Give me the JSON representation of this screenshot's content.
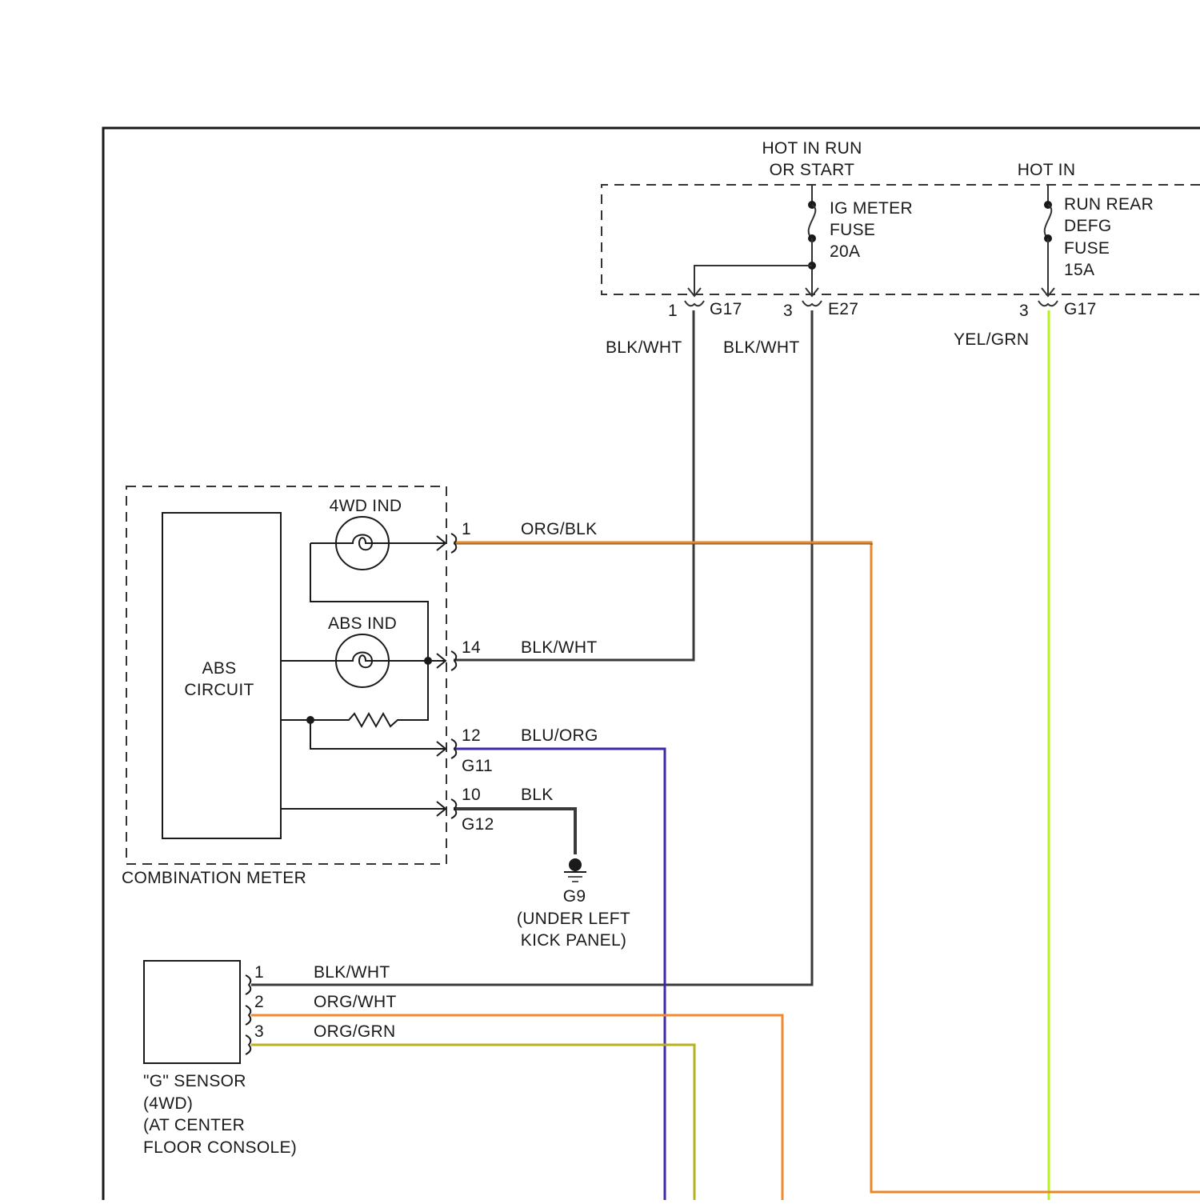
{
  "power": {
    "hot_in_run_line1": "HOT IN RUN",
    "hot_in_run_line2": "OR START",
    "hot_in": "HOT IN",
    "ig_fuse_line1": "IG METER",
    "ig_fuse_line2": "FUSE",
    "ig_fuse_rating": "20A",
    "defg_fuse_line1": "RUN REAR",
    "defg_fuse_line2": "DEFG",
    "defg_fuse_line3": "FUSE",
    "defg_fuse_rating": "15A"
  },
  "connectors": {
    "g17_left_pin": "1",
    "g17_left_name": "G17",
    "e27_pin": "3",
    "e27_name": "E27",
    "g17_right_pin": "3",
    "g17_right_name": "G17",
    "meter_pin_1": "1",
    "meter_pin_14": "14",
    "meter_pin_12": "12",
    "g11_name": "G11",
    "meter_pin_10": "10",
    "g12_name": "G12",
    "sensor_pin_1": "1",
    "sensor_pin_2": "2",
    "sensor_pin_3": "3"
  },
  "wires": {
    "g17_wire": "BLK/WHT",
    "e27_wire": "BLK/WHT",
    "defg_wire": "YEL/GRN",
    "pin1_wire": "ORG/BLK",
    "pin14_wire": "BLK/WHT",
    "pin12_wire": "BLU/ORG",
    "pin10_wire": "BLK",
    "sensor1_wire": "BLK/WHT",
    "sensor2_wire": "ORG/WHT",
    "sensor3_wire": "ORG/GRN"
  },
  "components": {
    "ind_4wd": "4WD IND",
    "ind_abs": "ABS IND",
    "abs_circuit_line1": "ABS",
    "abs_circuit_line2": "CIRCUIT",
    "combination_meter": "COMBINATION METER",
    "ground_name": "G9",
    "ground_loc_line1": "(UNDER LEFT",
    "ground_loc_line2": "KICK PANEL)",
    "sensor_line1": "\"G\" SENSOR",
    "sensor_line2": "(4WD)",
    "sensor_line3": "(AT CENTER",
    "sensor_line4": "FLOOR CONSOLE)"
  },
  "colors": {
    "blk": "#3a3a3a",
    "org_blk": "#e8872a",
    "org_wht": "#f08a30",
    "org_grn": "#b8b020",
    "yel_grn": "#b6f020",
    "blu_org": "#3a2aa8"
  }
}
